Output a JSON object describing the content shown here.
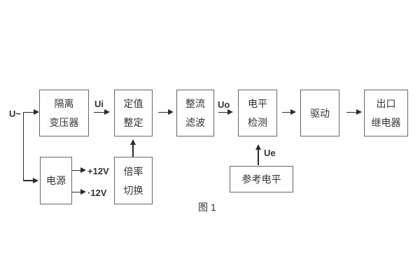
{
  "caption": "图 1",
  "labels": {
    "input": "U~",
    "ui": "Ui",
    "uo": "Uo",
    "ue": "Ue",
    "supply_pos": "+12V",
    "supply_neg": "·12V"
  },
  "blocks": {
    "isolation_transformer": {
      "line1": "隔离",
      "line2": "变压器"
    },
    "setting": {
      "line1": "定值",
      "line2": "整定"
    },
    "rectifier_filter": {
      "line1": "整流",
      "line2": "滤波"
    },
    "level_detection": {
      "line1": "电平",
      "line2": "检测"
    },
    "drive": {
      "label": "驱动"
    },
    "output_relay": {
      "line1": "出口",
      "line2": "继电器"
    },
    "power_supply": {
      "label": "电源"
    },
    "ratio_switch": {
      "line1": "倍率",
      "line2": "切换"
    },
    "reference_level": {
      "label": "参考电平"
    }
  },
  "colors": {
    "background": "#ffffff",
    "box_border": "#666666",
    "connector": "#2b2b2b",
    "text": "#333333"
  }
}
